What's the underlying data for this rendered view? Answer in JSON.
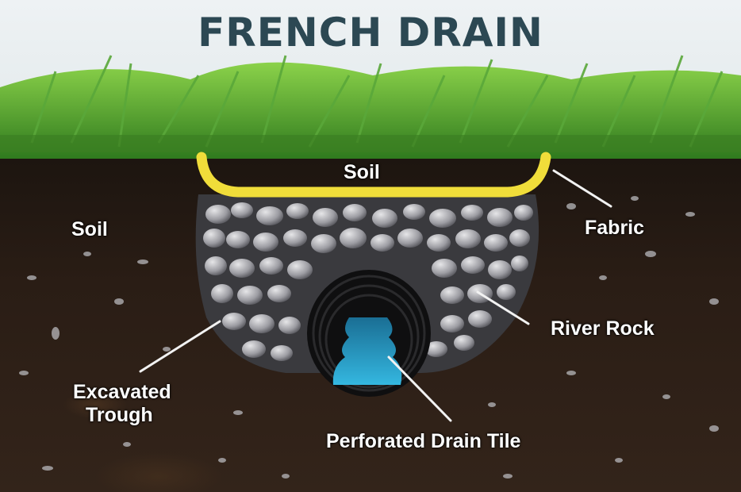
{
  "title": "FRENCH DRAIN",
  "labels": {
    "soil_top": "Soil",
    "soil_left": "Soil",
    "fabric": "Fabric",
    "river_rock": "River Rock",
    "excavated_trough_line1": "Excavated",
    "excavated_trough_line2": "Trough",
    "perforated_drain_tile": "Perforated Drain Tile"
  },
  "colors": {
    "title": "#2c4853",
    "fabric": "#f0dd3a",
    "grass": "#4d9a2c",
    "soil": "#241a13",
    "water": "#2aa6d0",
    "pipe": "#121212"
  }
}
